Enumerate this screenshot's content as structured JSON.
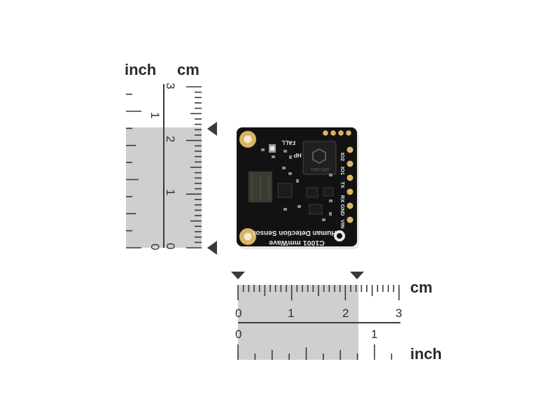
{
  "vertical_ruler": {
    "inch_label": "inch",
    "cm_label": "cm",
    "inch_numbers": [
      "1",
      "0"
    ],
    "cm_numbers": [
      "3",
      "2",
      "1",
      "0"
    ]
  },
  "horizontal_ruler": {
    "cm_label": "cm",
    "inch_label": "inch",
    "cm_numbers": [
      "0",
      "1",
      "2",
      "3"
    ],
    "inch_numbers": [
      "0",
      "1"
    ]
  },
  "board": {
    "title_line1": "C1001 mmWave",
    "title_line2": "Human Detection Sensor",
    "top_labels": [
      "FALL",
      "HP"
    ],
    "pin_labels": [
      "IO2",
      "IO1",
      "TX",
      "RX",
      "GND",
      "VIN"
    ],
    "chip_marking": "DFC1001",
    "colors": {
      "pcb": "#121212",
      "gold": "#d8b562",
      "silkscreen": "#e8e8e8"
    }
  },
  "measured_size": {
    "cm": 2.2,
    "inch": 0.87
  },
  "colors": {
    "ruler_shade": "#cfcfcf",
    "background": "#ffffff",
    "marker": "#3a3a3a"
  }
}
